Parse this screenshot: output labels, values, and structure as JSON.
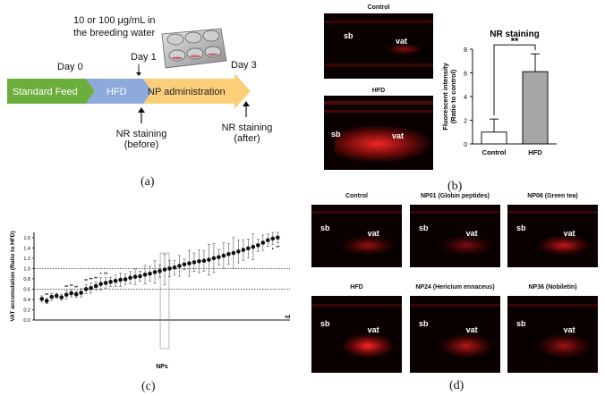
{
  "panel_a": {
    "letter": "(a)",
    "note": "10 or 100 μg/mL in the breeding water",
    "day0": "Day 0",
    "day1": "Day 1",
    "day3": "Day 3",
    "seg_standard": "Standard Feed",
    "seg_hfd": "HFD",
    "seg_np": "NP administration",
    "nr_before_1": "NR staining",
    "nr_before_2": "(before)",
    "nr_after_1": "NR staining",
    "nr_after_2": "(after)",
    "colors": {
      "standard": "#6cae3c",
      "hfd": "#8ea9db",
      "np": "#fbcf7a"
    }
  },
  "panel_b": {
    "letter": "(b)",
    "img_control_title": "Control",
    "img_hfd_title": "HFD",
    "label_sb": "sb",
    "label_vat": "vat"
  },
  "panel_c": {
    "letter": "(c)"
  },
  "panel_d": {
    "letter": "(d)",
    "images": [
      {
        "title": "Control",
        "sb": "sb",
        "vat": "vat"
      },
      {
        "title": "NP01 (Globin peptides)",
        "sb": "sb",
        "vat": "vat"
      },
      {
        "title": "NP08 (Green tea)",
        "sb": "sb",
        "vat": "vat"
      },
      {
        "title": "HFD",
        "sb": "sb",
        "vat": "vat"
      },
      {
        "title": "NP24 (Hericium ennaceus)",
        "sb": "sb",
        "vat": "vat"
      },
      {
        "title": "NP36 (Nobiletin)",
        "sb": "sb",
        "vat": "vat"
      }
    ]
  },
  "chart_data": [
    {
      "type": "bar",
      "title": "NR staining",
      "categories": [
        "Control",
        "HFD"
      ],
      "values": [
        1.0,
        6.1
      ],
      "errors": [
        1.1,
        1.5
      ],
      "xlabel": "",
      "ylabel": "Fluorescent intensity (Ratio to control)",
      "ylim": [
        0,
        8
      ],
      "yticks": [
        0,
        2,
        4,
        6,
        8
      ],
      "significance": "**",
      "colors": [
        "#ffffff",
        "#a6a6a6"
      ]
    },
    {
      "type": "scatter",
      "ylabel": "VAT accumulation (Ratio to HFD)",
      "xlabel": "NPs",
      "ylim": [
        0.0,
        1.7
      ],
      "yticks": [
        0.0,
        0.2,
        0.4,
        0.6,
        0.8,
        1.0,
        1.2,
        1.4,
        1.6
      ],
      "reference_lines": [
        1.0,
        0.6
      ],
      "nd_label": "nd",
      "values": [
        0.41,
        0.37,
        0.45,
        0.47,
        0.44,
        0.49,
        0.52,
        0.5,
        0.53,
        0.6,
        0.62,
        0.66,
        0.7,
        0.72,
        0.74,
        0.76,
        0.78,
        0.79,
        0.82,
        0.84,
        0.85,
        0.88,
        0.9,
        0.93,
        0.95,
        0.98,
        1.0,
        1.02,
        1.05,
        1.08,
        1.1,
        1.12,
        1.14,
        1.15,
        1.17,
        1.2,
        1.22,
        1.25,
        1.28,
        1.3,
        1.33,
        1.36,
        1.39,
        1.42,
        1.45,
        1.5,
        1.55,
        1.58,
        1.6
      ],
      "errors": [
        0.06,
        0.05,
        0.07,
        0.05,
        0.06,
        0.08,
        0.07,
        0.06,
        0.08,
        0.09,
        0.1,
        0.08,
        0.12,
        0.1,
        0.09,
        0.11,
        0.13,
        0.1,
        0.12,
        0.15,
        0.1,
        0.18,
        0.14,
        0.22,
        0.12,
        0.3,
        0.16,
        0.14,
        0.2,
        0.1,
        0.25,
        0.18,
        0.22,
        0.2,
        0.3,
        0.28,
        0.15,
        0.25,
        0.2,
        0.3,
        0.22,
        0.2,
        0.18,
        0.25,
        0.12,
        0.15,
        0.12,
        0.12,
        0.1
      ],
      "markers": [
        "",
        "**",
        "",
        "",
        "",
        "**",
        "**",
        "**",
        "",
        "**",
        "**",
        "**",
        "*",
        "**",
        "",
        "",
        "",
        "",
        "",
        "",
        "",
        "",
        "",
        "",
        "",
        "",
        "",
        "",
        "",
        "",
        "",
        "",
        "",
        "",
        "",
        "",
        "",
        "",
        "",
        "",
        "",
        "",
        "",
        "",
        "",
        "",
        "",
        "*",
        "**"
      ],
      "highlight_index": 25
    }
  ]
}
